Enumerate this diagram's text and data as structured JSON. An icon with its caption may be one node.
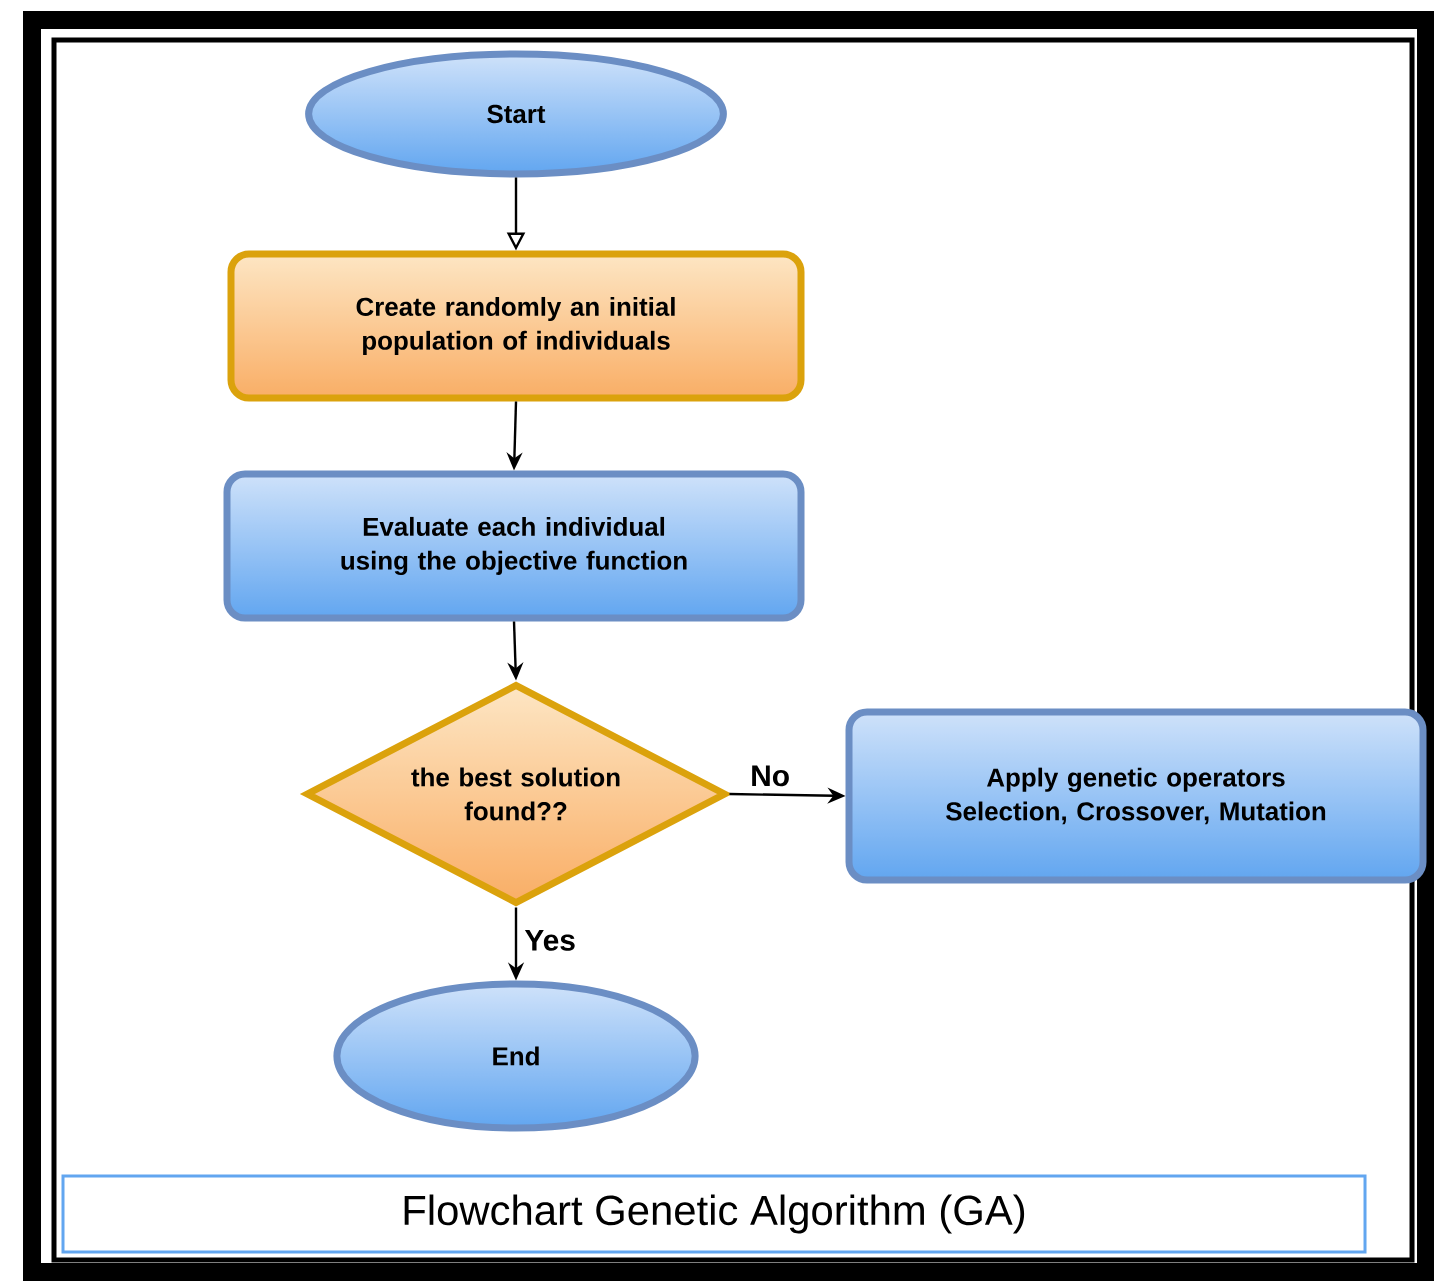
{
  "diagram": {
    "caption": "Flowchart Genetic Algorithm (GA)",
    "nodes": [
      {
        "text": [
          "Start"
        ]
      },
      {
        "text": [
          "Create randomly an initial population of individuals"
        ]
      },
      {
        "text": [
          "Evaluate each individual using the objective function"
        ]
      },
      {
        "text": [
          "the best solution found??"
        ]
      },
      {
        "text": [
          "Apply genetic operators Selection, Crossover, Mutation"
        ]
      },
      {
        "text": [
          "End"
        ]
      }
    ],
    "edges": [
      {
        "from": 0,
        "to": 1,
        "arrow": "to"
      },
      {
        "from": 1,
        "to": 2,
        "arrow": "to"
      },
      {
        "from": 2,
        "to": 3,
        "arrow": "to"
      },
      {
        "from": 3,
        "to": 4,
        "arrow": "to",
        "label": "No"
      },
      {
        "from": 3,
        "to": 5,
        "arrow": "to",
        "label": "Yes"
      }
    ]
  }
}
